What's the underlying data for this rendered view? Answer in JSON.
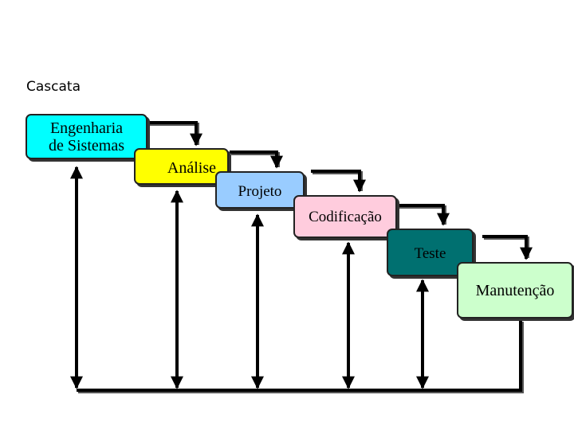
{
  "title": "Cascata",
  "stages": [
    {
      "label": "Engenharia\nde Sistemas",
      "color": "#00ffff"
    },
    {
      "label": "Análise",
      "color": "#ffff00"
    },
    {
      "label": "Projeto",
      "color": "#99ccff"
    },
    {
      "label": "Codificação",
      "color": "#ffccdd"
    },
    {
      "label": "Teste",
      "color": "#007070"
    },
    {
      "label": "Manutenção",
      "color": "#ccffcc"
    }
  ]
}
